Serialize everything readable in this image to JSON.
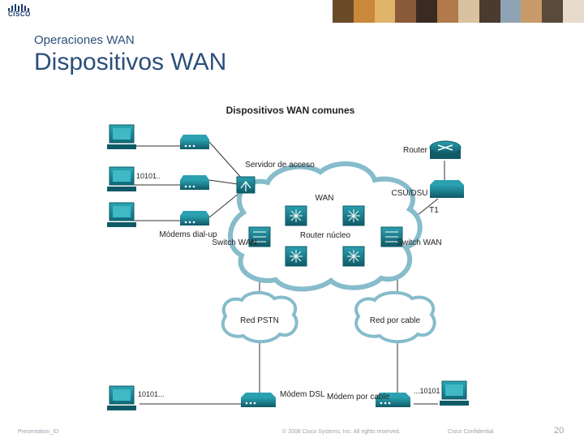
{
  "header": {
    "logo_text": "CISCO",
    "subtitle": "Operaciones WAN",
    "title": "Dispositivos WAN",
    "photo_colors": [
      "#6b4a2a",
      "#c9883a",
      "#e0b46a",
      "#8a5a3a",
      "#3a2a22",
      "#b07a4a",
      "#d9c2a0",
      "#4a3a30",
      "#8fa3b4",
      "#c79a6a",
      "#5a4a3a",
      "#e7dccb"
    ]
  },
  "diagram": {
    "title": "Dispositivos WAN comunes",
    "labels": {
      "access_server": "Servidor de acceso",
      "router": "Router",
      "csu_dsu": "CSU/DSU",
      "wan": "WAN",
      "t1": "T1",
      "dialup_modems": "Módems dial-up",
      "core_router": "Router núcleo",
      "wan_switch_left": "Switch WAN",
      "wan_switch_right": "Switch WAN",
      "pstn": "Red PSTN",
      "cable_net": "Red por cable",
      "dsl_modem": "Módem DSL",
      "cable_modem": "Módem por cable",
      "bits_top": "10101..",
      "bits_left": "10101...",
      "bits_right": "...10101"
    },
    "colors": {
      "cloud_stroke": "#7fb4c4",
      "device": "#1a7f8e",
      "device_dark": "#0f5a66",
      "router": "#1d8aa0",
      "line": "#333333"
    }
  },
  "footer": {
    "presentation": "Presentation_ID",
    "copyright": "© 2008 Cisco Systems, Inc. All rights reserved.",
    "confidential": "Cisco Confidential",
    "page": "20"
  }
}
